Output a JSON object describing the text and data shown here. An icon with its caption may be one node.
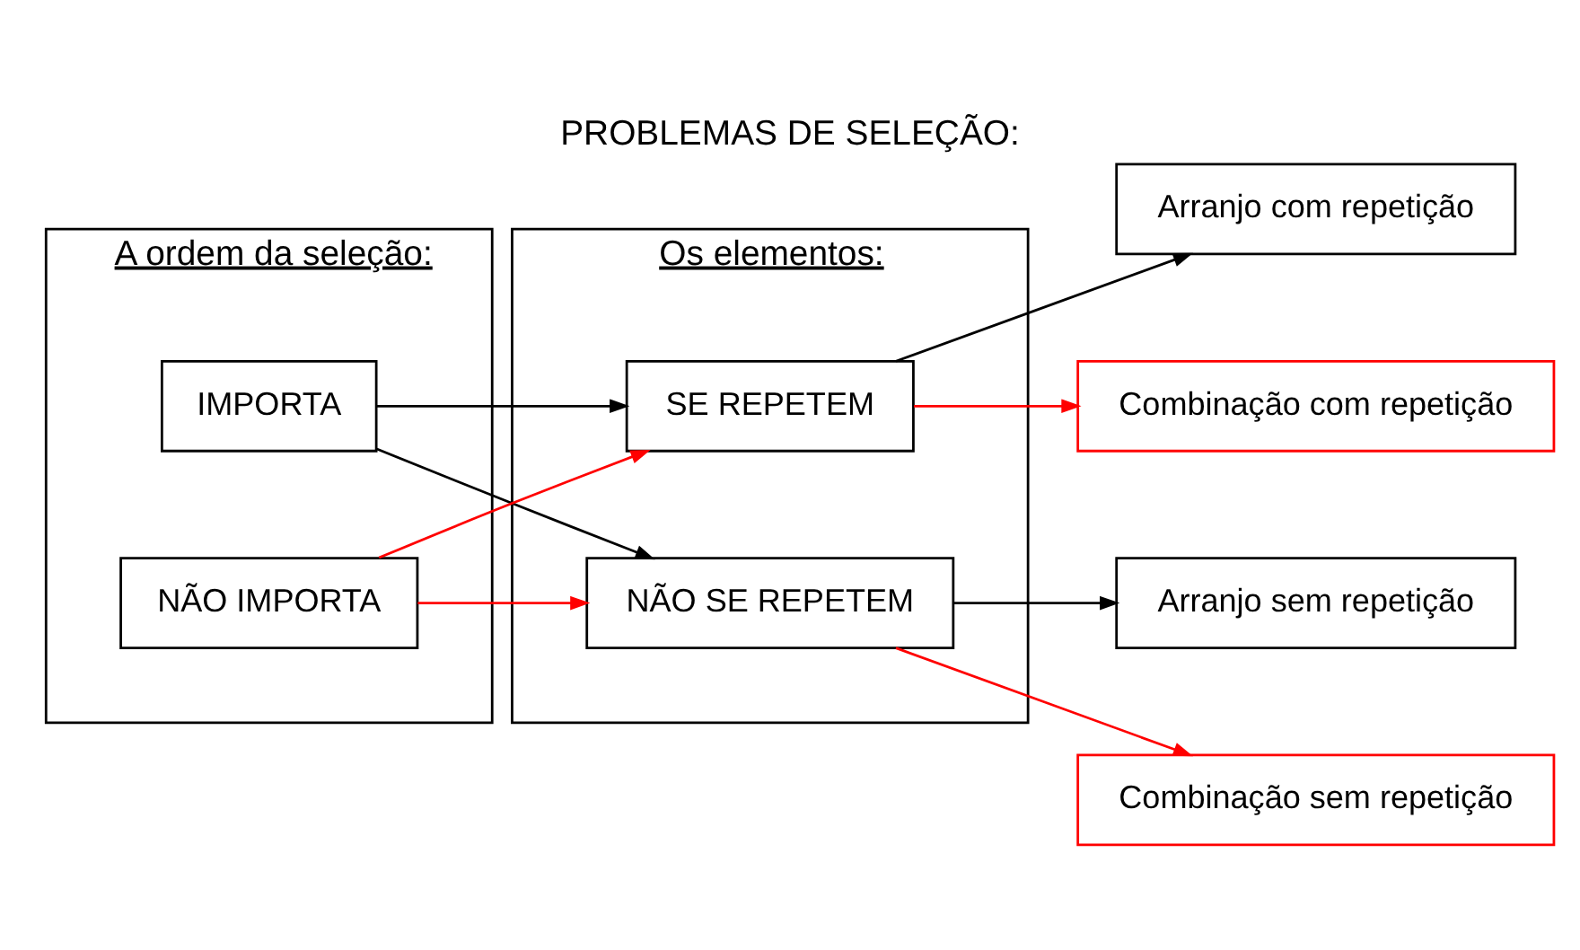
{
  "diagram": {
    "title": "PROBLEMAS DE SELEÇÃO:",
    "nodes": [
      {
        "text": [
          "A ordem da seleção:"
        ]
      },
      {
        "text": [
          "Os elementos:"
        ]
      },
      {
        "text": [
          "IMPORTA"
        ],
        "in": 0
      },
      {
        "text": [
          "NÃO IMPORTA"
        ],
        "in": 0
      },
      {
        "text": [
          "SE REPETEM"
        ],
        "in": 1
      },
      {
        "text": [
          "NÃO SE REPETEM"
        ],
        "in": 1
      },
      {
        "text": [
          "Arranjo com repetição"
        ]
      },
      {
        "text": [
          "Combinação com repetição"
        ]
      },
      {
        "text": [
          "Arranjo sem repetição"
        ]
      },
      {
        "text": [
          "Combinação sem repetição"
        ]
      }
    ],
    "edges": [
      {
        "from": 2,
        "to": 4,
        "arrow": "to"
      },
      {
        "from": 2,
        "to": 5,
        "arrow": "to"
      },
      {
        "from": 3,
        "to": 4,
        "arrow": "to",
        "color": "#ff0000"
      },
      {
        "from": 3,
        "to": 5,
        "arrow": "to",
        "color": "#ff0000"
      },
      {
        "from": 4,
        "to": 6,
        "arrow": "to"
      },
      {
        "from": 4,
        "to": 7,
        "arrow": "to",
        "color": "#ff0000"
      },
      {
        "from": 5,
        "to": 8,
        "arrow": "to"
      },
      {
        "from": 5,
        "to": 9,
        "arrow": "to",
        "color": "#ff0000"
      }
    ]
  }
}
